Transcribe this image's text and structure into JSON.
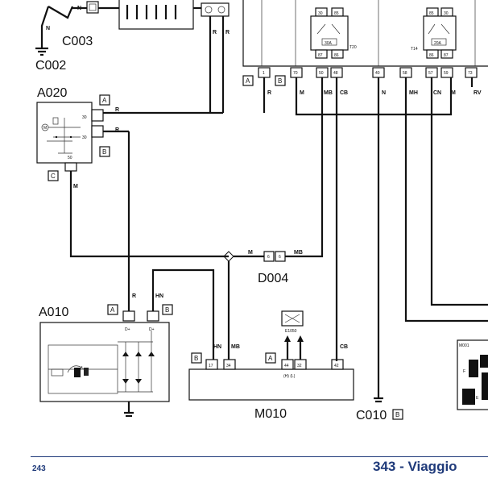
{
  "components": {
    "c002": "C002",
    "c003": "C003",
    "a020": "A020",
    "a010": "A010",
    "d004": "D004",
    "m010": "M010",
    "c010": "C010",
    "e1050": "E1050"
  },
  "connector_tags": {
    "a": "A",
    "b": "B",
    "c": "C"
  },
  "wire_labels": {
    "n": "N",
    "r": "R",
    "m": "M",
    "mb": "MB",
    "cb": "CB",
    "mh": "MH",
    "cn": "CN",
    "rv": "RV",
    "hn": "HN"
  },
  "pins": {
    "upper": [
      "1",
      "70",
      "50",
      "48",
      "40",
      "58",
      "57",
      "59",
      "73"
    ],
    "relay_t20": [
      "30",
      "85",
      "87",
      "86"
    ],
    "relay_t14": [
      "85",
      "30",
      "86",
      "87"
    ],
    "m010": [
      "17",
      "34",
      "44",
      "32",
      "42"
    ],
    "d004": [
      "6",
      "6"
    ],
    "a020": [
      "30",
      "30",
      "50"
    ]
  },
  "relay_labels": {
    "t20": "T20",
    "t14": "T14",
    "fuse_t20": "30A",
    "fuse_t14": "20A"
  },
  "a010_terminals": [
    "D+",
    "D+"
  ],
  "m010_signal": "(H) (L)",
  "m001_label": "M001",
  "m001_pins": [
    "F",
    "E"
  ],
  "footer": {
    "page_number": "243",
    "title": "343 - Viaggio"
  }
}
